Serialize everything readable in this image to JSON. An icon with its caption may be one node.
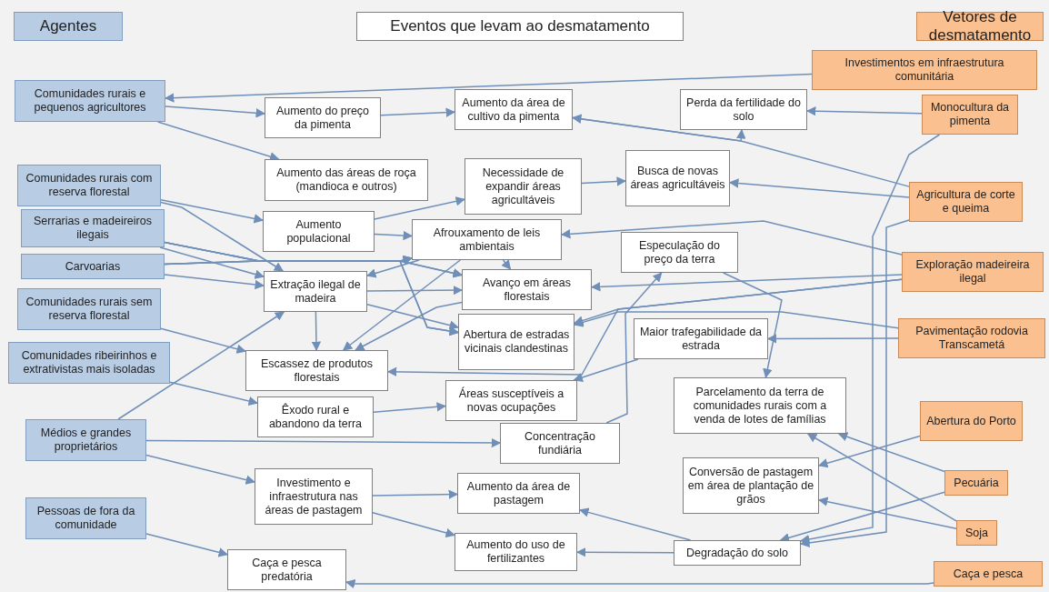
{
  "diagram": {
    "nodes": [
      {
        "text": [
          "Agentes"
        ]
      },
      {
        "text": [
          "Eventos que levam ao desmatamento"
        ]
      },
      {
        "text": [
          "Vetores de desmatamento"
        ]
      },
      {
        "text": [
          "Comunidades rurais e pequenos agricultores"
        ]
      },
      {
        "text": [
          "Comunidades rurais com reserva florestal"
        ]
      },
      {
        "text": [
          "Serrarias e madeireiros ilegais"
        ]
      },
      {
        "text": [
          "Carvoarias"
        ]
      },
      {
        "text": [
          "Comunidades rurais sem reserva florestal"
        ]
      },
      {
        "text": [
          "Comunidades ribeirinhos e extrativistas mais isoladas"
        ]
      },
      {
        "text": [
          "Médios e grandes proprietários"
        ]
      },
      {
        "text": [
          "Pessoas de fora da comunidade"
        ]
      },
      {
        "text": [
          "Aumento do preço da pimenta"
        ]
      },
      {
        "text": [
          "Aumento da área de cultivo da pimenta"
        ]
      },
      {
        "text": [
          "Perda da fertilidade do solo"
        ]
      },
      {
        "text": [
          "Aumento das áreas de roça (mandioca e outros)"
        ]
      },
      {
        "text": [
          "Necessidade de expandir áreas agricultáveis"
        ]
      },
      {
        "text": [
          "Busca de novas áreas agricultáveis"
        ]
      },
      {
        "text": [
          "Aumento populacional"
        ]
      },
      {
        "text": [
          "Afrouxamento de leis ambientais"
        ]
      },
      {
        "text": [
          "Especulação do preço da terra"
        ]
      },
      {
        "text": [
          "Extração ilegal de madeira"
        ]
      },
      {
        "text": [
          "Avanço em áreas florestais"
        ]
      },
      {
        "text": [
          "Abertura de estradas vicinais clandestinas"
        ]
      },
      {
        "text": [
          "Maior trafegabilidade da estrada"
        ]
      },
      {
        "text": [
          "Escassez de produtos florestais"
        ]
      },
      {
        "text": [
          "Êxodo rural e abandono da terra"
        ]
      },
      {
        "text": [
          "Áreas susceptíveis a novas ocupações"
        ]
      },
      {
        "text": [
          "Parcelamento da terra de comunidades rurais com a venda de lotes de famílias"
        ]
      },
      {
        "text": [
          "Concentração fundiária"
        ]
      },
      {
        "text": [
          "Conversão de pastagem em área de plantação de grãos"
        ]
      },
      {
        "text": [
          "Investimento e infraestrutura nas áreas de pastagem"
        ]
      },
      {
        "text": [
          "Aumento da área de pastagem"
        ]
      },
      {
        "text": [
          "Aumento do uso de fertilizantes"
        ]
      },
      {
        "text": [
          "Degradação do solo"
        ]
      },
      {
        "text": [
          "Caça e pesca predatória"
        ]
      },
      {
        "text": [
          "Investimentos em infraestrutura comunitária"
        ]
      },
      {
        "text": [
          "Monocultura da pimenta"
        ]
      },
      {
        "text": [
          "Agricultura de corte e queima"
        ]
      },
      {
        "text": [
          "Exploração madeireira ilegal"
        ]
      },
      {
        "text": [
          "Pavimentação rodovia Transcametá"
        ]
      },
      {
        "text": [
          "Abertura do Porto"
        ]
      },
      {
        "text": [
          "Pecuária"
        ]
      },
      {
        "text": [
          "Soja"
        ]
      },
      {
        "text": [
          "Caça e pesca"
        ]
      }
    ],
    "edges": [
      {
        "from": 35,
        "to": 3,
        "arrow": "to"
      },
      {
        "from": 3,
        "to": 11,
        "arrow": "to"
      },
      {
        "from": 3,
        "to": 14,
        "arrow": "to"
      },
      {
        "from": 11,
        "to": 12,
        "arrow": "to"
      },
      {
        "from": 12,
        "to": 13,
        "arrow": "to"
      },
      {
        "from": 36,
        "to": 13,
        "arrow": "to"
      },
      {
        "from": 37,
        "to": 12,
        "arrow": "to"
      },
      {
        "from": 37,
        "to": 16,
        "arrow": "to"
      },
      {
        "from": 15,
        "to": 16,
        "arrow": "to"
      },
      {
        "from": 17,
        "to": 15,
        "arrow": "to"
      },
      {
        "from": 36,
        "to": 33,
        "arrow": "to"
      },
      {
        "from": 37,
        "to": 33,
        "arrow": "to"
      },
      {
        "from": 4,
        "to": 17,
        "arrow": "to"
      },
      {
        "from": 4,
        "to": 20,
        "arrow": "to"
      },
      {
        "from": 5,
        "to": 18,
        "arrow": "to"
      },
      {
        "from": 5,
        "to": 20,
        "arrow": "to"
      },
      {
        "from": 5,
        "to": 21,
        "arrow": "to"
      },
      {
        "from": 5,
        "to": 22,
        "arrow": "to"
      },
      {
        "from": 6,
        "to": 18,
        "arrow": "to"
      },
      {
        "from": 6,
        "to": 20,
        "arrow": "to"
      },
      {
        "from": 6,
        "to": 21,
        "arrow": "to"
      },
      {
        "from": 6,
        "to": 22,
        "arrow": "to"
      },
      {
        "from": 17,
        "to": 18,
        "arrow": "to"
      },
      {
        "from": 18,
        "to": 21,
        "arrow": "to"
      },
      {
        "from": 18,
        "to": 20,
        "arrow": "to"
      },
      {
        "from": 18,
        "to": 24,
        "arrow": "to"
      },
      {
        "from": 21,
        "to": 24,
        "arrow": "to"
      },
      {
        "from": 20,
        "to": 24,
        "arrow": "to"
      },
      {
        "from": 20,
        "to": 21,
        "arrow": "to"
      },
      {
        "from": 20,
        "to": 22,
        "arrow": "to"
      },
      {
        "from": 38,
        "to": 18,
        "arrow": "to"
      },
      {
        "from": 38,
        "to": 21,
        "arrow": "to"
      },
      {
        "from": 38,
        "to": 22,
        "arrow": "to"
      },
      {
        "from": 38,
        "to": 24,
        "arrow": "to"
      },
      {
        "from": 39,
        "to": 22,
        "arrow": "to"
      },
      {
        "from": 39,
        "to": 23,
        "arrow": "to"
      },
      {
        "from": 23,
        "to": 26,
        "arrow": "to"
      },
      {
        "from": 7,
        "to": 24,
        "arrow": "to"
      },
      {
        "from": 8,
        "to": 25,
        "arrow": "to"
      },
      {
        "from": 25,
        "to": 26,
        "arrow": "to"
      },
      {
        "from": 9,
        "to": 20,
        "arrow": "to"
      },
      {
        "from": 9,
        "to": 28,
        "arrow": "to"
      },
      {
        "from": 9,
        "to": 30,
        "arrow": "to"
      },
      {
        "from": 28,
        "to": 19,
        "arrow": "to"
      },
      {
        "from": 19,
        "to": 27,
        "arrow": "to"
      },
      {
        "from": 41,
        "to": 27,
        "arrow": "to"
      },
      {
        "from": 42,
        "to": 27,
        "arrow": "to"
      },
      {
        "from": 40,
        "to": 29,
        "arrow": "to"
      },
      {
        "from": 42,
        "to": 29,
        "arrow": "to"
      },
      {
        "from": 41,
        "to": 33,
        "arrow": "to"
      },
      {
        "from": 30,
        "to": 31,
        "arrow": "to"
      },
      {
        "from": 30,
        "to": 32,
        "arrow": "to"
      },
      {
        "from": 33,
        "to": 31,
        "arrow": "to"
      },
      {
        "from": 33,
        "to": 32,
        "arrow": "to"
      },
      {
        "from": 10,
        "to": 34,
        "arrow": "to"
      },
      {
        "from": 43,
        "to": 34,
        "arrow": "to"
      }
    ]
  }
}
